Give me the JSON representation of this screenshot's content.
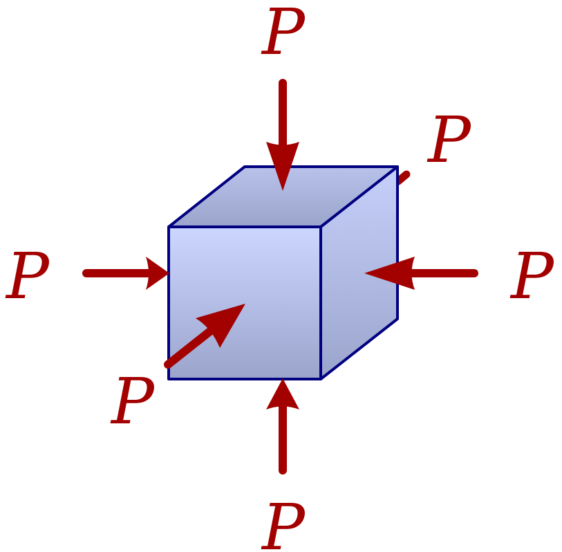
{
  "labels": {
    "top": "P",
    "back": "P",
    "left": "P",
    "right": "P",
    "front": "P",
    "bottom": "P"
  },
  "colors": {
    "force": "#a30000",
    "cube_edge": "#000080",
    "cube_fill_light": "#ccd6ff",
    "cube_fill_dark": "#9ba5cc"
  }
}
